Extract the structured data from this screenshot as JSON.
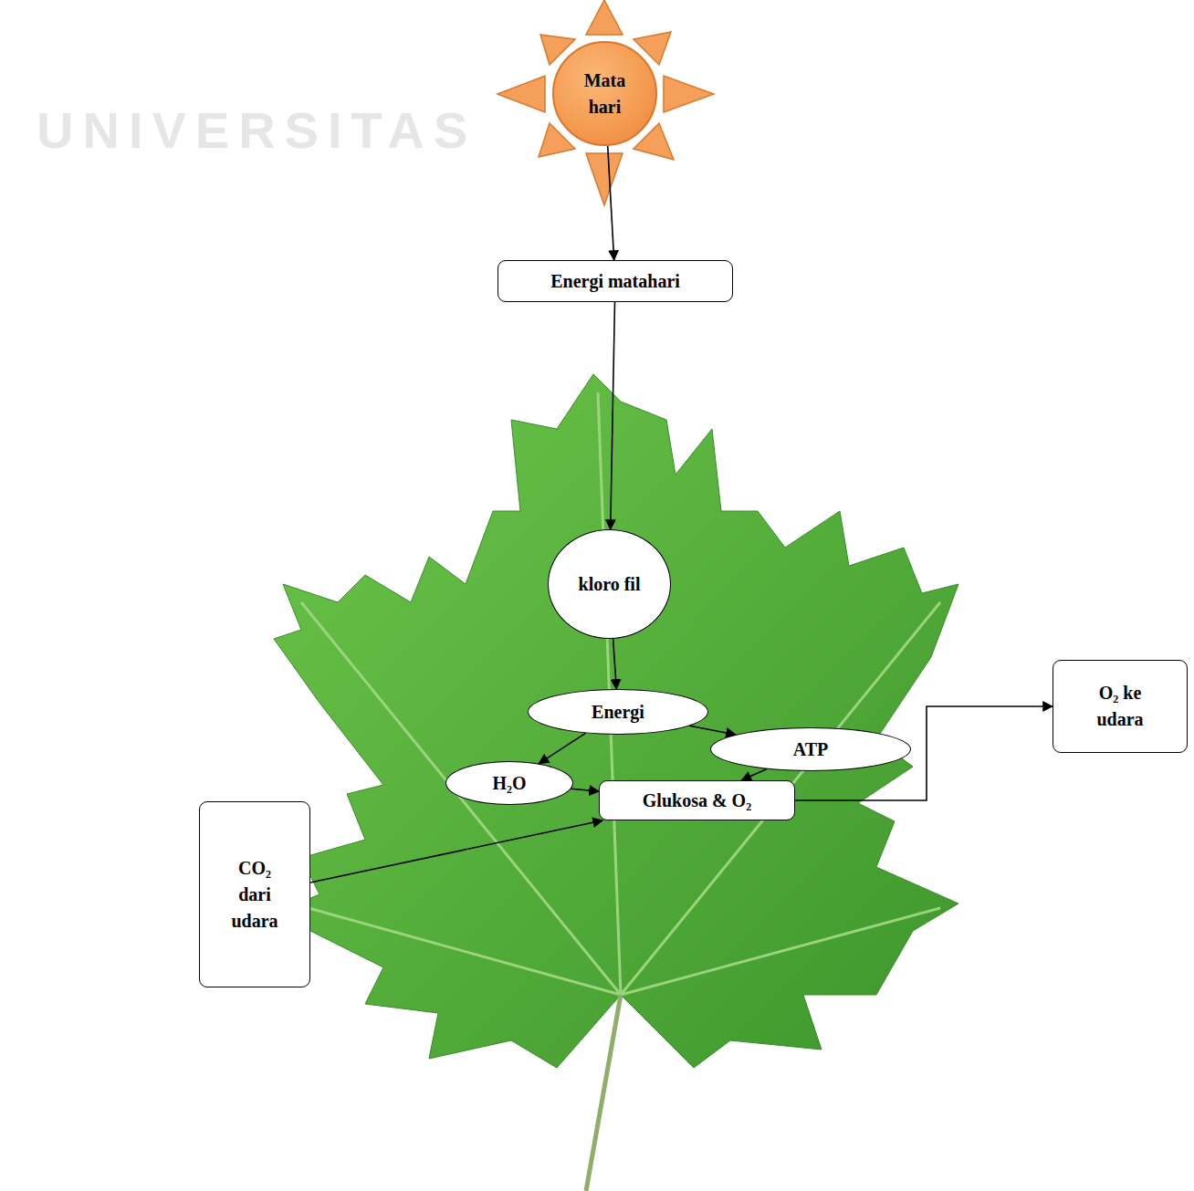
{
  "diagram": {
    "nodes": [
      {
        "text": [
          "Mata hari"
        ]
      },
      {
        "text": [
          "Energi matahari"
        ]
      },
      {
        "text": [
          "kloro fil"
        ]
      },
      {
        "text": [
          "Energi"
        ]
      },
      {
        "text": [
          "H₂O"
        ]
      },
      {
        "text": [
          "ATP"
        ]
      },
      {
        "text": [
          "Glukosa & O₂"
        ]
      },
      {
        "text": [
          "CO₂ dari udara"
        ]
      },
      {
        "text": [
          "O₂ ke udara"
        ]
      }
    ],
    "edges": [
      {
        "from": 0,
        "to": 1,
        "arrow": "to"
      },
      {
        "from": 1,
        "to": 2,
        "arrow": "to"
      },
      {
        "from": 2,
        "to": 3,
        "arrow": "to"
      },
      {
        "from": 3,
        "to": 4,
        "arrow": "to"
      },
      {
        "from": 3,
        "to": 5,
        "arrow": "to"
      },
      {
        "from": 4,
        "to": 6,
        "arrow": "to"
      },
      {
        "from": 5,
        "to": 6,
        "arrow": "to"
      },
      {
        "from": 7,
        "to": 6,
        "arrow": "to"
      },
      {
        "from": 6,
        "to": 8,
        "arrow": "to"
      }
    ],
    "labels": [
      "UNIVERSITAS"
    ]
  }
}
